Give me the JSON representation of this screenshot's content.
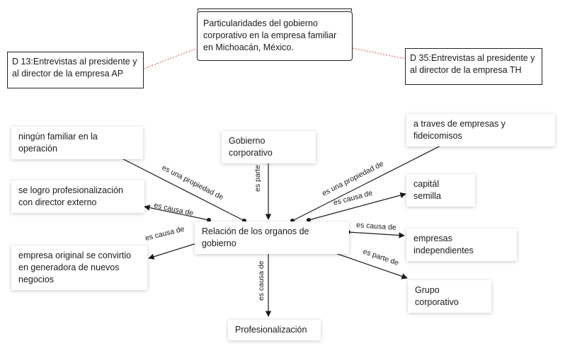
{
  "topic": "Particularidades del gobierno corporativo en la empresa familiar en Michoacán, México.",
  "docs": {
    "left": "D 13:Entrevistas al presidente y al director de la empresa AP",
    "right": "D 35:Entrevistas al presidente y al director de la empresa TH"
  },
  "center": "Relación de los organos de gobierno",
  "nodes": {
    "ningun_familiar": "ningún familiar en la operación",
    "gobierno_corporativo": "Gobierno corporativo",
    "a_traves": "a traves de empresas y fideicomisos",
    "se_logro": "se logro profesionalización con director externo",
    "capital_semilla": "capitál semilla",
    "empresas_independientes": "empresas independientes",
    "empresa_original": "empresa original se convirtio en generadora de nuevos negocios",
    "grupo_corporativo": "Grupo corporativo",
    "profesionalizacion": "Profesionalización"
  },
  "relations": {
    "r1": "es una propiedad de",
    "r2": "es parte de",
    "r3": "es una propiedad de",
    "r4": "es causa de",
    "r5": "es causa de",
    "r6": "es causa de",
    "r7": "es causa de",
    "r8": "es parte de",
    "r9": "es causa de"
  }
}
